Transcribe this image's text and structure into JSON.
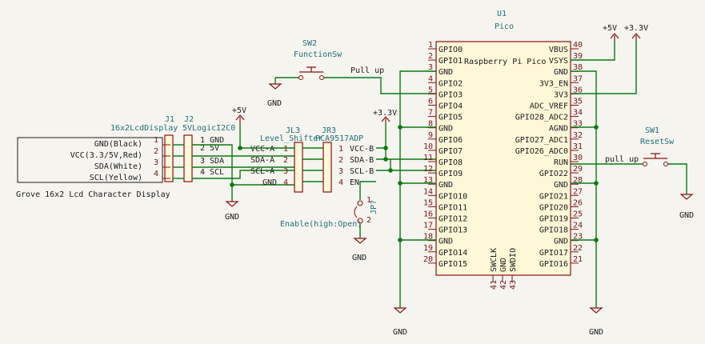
{
  "display": {
    "name": "Grove 16x2 Lcd Character Display",
    "pins": [
      "GND(Black)",
      "VCC(3.3/5V,Red)",
      "SDA(White)",
      "SCL(Yellow)"
    ]
  },
  "j1": {
    "ref": "J1",
    "value": "16x2LcdDisplay",
    "pins": [
      "1",
      "2",
      "3",
      "4"
    ]
  },
  "j2": {
    "ref": "J2",
    "value": "5VLogicI2C0",
    "pins": [
      "1 GND",
      "2 5V",
      "3 SDA",
      "4 SCL"
    ]
  },
  "jl3": {
    "ref": "JL3",
    "value": "Level_Shifter",
    "pins": [
      "VCC-A",
      "SDA-A",
      "SCL-A",
      "GND"
    ],
    "nums": [
      "1",
      "2",
      "3",
      "4"
    ]
  },
  "jr3": {
    "ref": "JR3",
    "value": "PCA9517ADP",
    "pins": [
      "VCC-B",
      "SDA-B",
      "SCL-B",
      "EN"
    ],
    "nums": [
      "1",
      "2",
      "3",
      "4"
    ]
  },
  "jp": {
    "ref": "JP?",
    "value": "Enable(high:Open)",
    "nums": [
      "1",
      "2"
    ]
  },
  "sw2": {
    "ref": "SW2",
    "value": "FunctionSw"
  },
  "sw1": {
    "ref": "SW1",
    "value": "ResetSw"
  },
  "u1": {
    "ref": "U1",
    "value": "Pico",
    "label": "Raspberry Pi Pico",
    "left_pins": [
      {
        "num": "1",
        "name": "GPIO0"
      },
      {
        "num": "2",
        "name": "GPIO1"
      },
      {
        "num": "3",
        "name": "GND"
      },
      {
        "num": "4",
        "name": "GPIO2"
      },
      {
        "num": "5",
        "name": "GPIO3"
      },
      {
        "num": "6",
        "name": "GPIO4"
      },
      {
        "num": "7",
        "name": "GPIO5"
      },
      {
        "num": "8",
        "name": "GND"
      },
      {
        "num": "9",
        "name": "GPIO6"
      },
      {
        "num": "10",
        "name": "GPIO7"
      },
      {
        "num": "11",
        "name": "GPIO8"
      },
      {
        "num": "12",
        "name": "GPIO9"
      },
      {
        "num": "13",
        "name": "GND"
      },
      {
        "num": "14",
        "name": "GPIO10"
      },
      {
        "num": "15",
        "name": "GPIO11"
      },
      {
        "num": "16",
        "name": "GPIO12"
      },
      {
        "num": "17",
        "name": "GPIO13"
      },
      {
        "num": "18",
        "name": "GND"
      },
      {
        "num": "19",
        "name": "GPIO14"
      },
      {
        "num": "20",
        "name": "GPIO15"
      }
    ],
    "right_pins": [
      {
        "num": "40",
        "name": "VBUS"
      },
      {
        "num": "39",
        "name": "VSYS"
      },
      {
        "num": "38",
        "name": "GND"
      },
      {
        "num": "37",
        "name": "3V3_EN"
      },
      {
        "num": "36",
        "name": "3V3"
      },
      {
        "num": "35",
        "name": "ADC_VREF"
      },
      {
        "num": "34",
        "name": "GPIO28_ADC2"
      },
      {
        "num": "33",
        "name": "AGND"
      },
      {
        "num": "32",
        "name": "GPIO27_ADC1"
      },
      {
        "num": "31",
        "name": "GPIO26_ADC0"
      },
      {
        "num": "30",
        "name": "RUN"
      },
      {
        "num": "29",
        "name": "GPIO22"
      },
      {
        "num": "28",
        "name": "GND"
      },
      {
        "num": "27",
        "name": "GPIO21"
      },
      {
        "num": "26",
        "name": "GPIO20"
      },
      {
        "num": "25",
        "name": "GPIO19"
      },
      {
        "num": "24",
        "name": "GPIO18"
      },
      {
        "num": "23",
        "name": "GND"
      },
      {
        "num": "22",
        "name": "GPIO17"
      },
      {
        "num": "21",
        "name": "GPIO16"
      }
    ],
    "bottom_pins": [
      {
        "num": "41",
        "name": "SWCLK"
      },
      {
        "num": "42",
        "name": "GND"
      },
      {
        "num": "43",
        "name": "SWDIO"
      }
    ]
  },
  "power": {
    "p5v": "+5V",
    "p3v3": "+3.3V",
    "gnd": "GND"
  },
  "net_labels": {
    "pull_up_left": "Pull up",
    "pull_up_right": "pull up"
  }
}
